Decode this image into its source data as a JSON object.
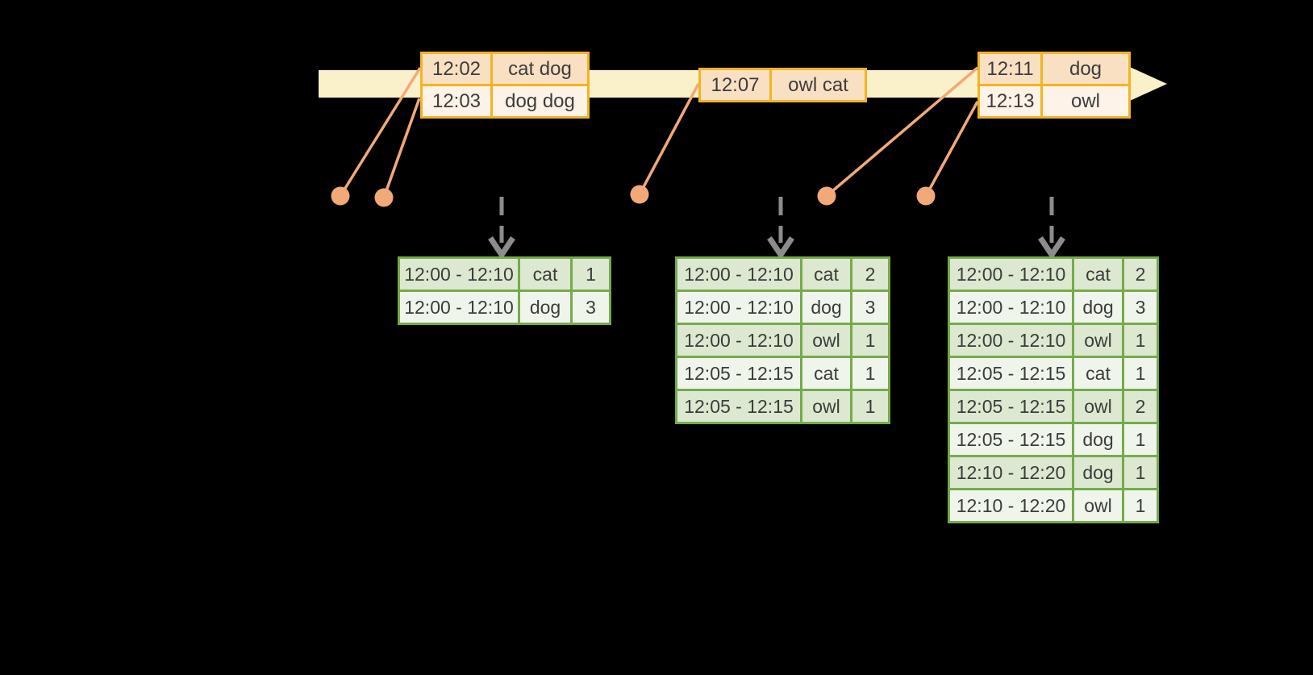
{
  "colors": {
    "bg": "#000000",
    "band": "#FAF0C9",
    "event-border": "#F1B51F",
    "event-row-dark": "#FAE0C3",
    "event-row-light": "#FDF3E8",
    "salmon": "#F2A978",
    "gray": "#8C8C8C",
    "green-border": "#74AB4C",
    "green-row-dark": "#DCE8D0",
    "green-row-light": "#F0F5EC",
    "text": "#3C3C3C"
  },
  "timeline": {
    "event_tables": [
      {
        "label": "events-at-12-02-and-12-03",
        "rows": [
          [
            "12:02",
            "cat dog"
          ],
          [
            "12:03",
            "dog dog"
          ]
        ]
      },
      {
        "label": "event-at-12-07",
        "rows": [
          [
            "12:07",
            "owl cat"
          ]
        ]
      },
      {
        "label": "events-at-12-11-and-12-13",
        "rows": [
          [
            "12:11",
            "dog"
          ],
          [
            "12:13",
            "owl"
          ]
        ]
      }
    ]
  },
  "result_tables": [
    {
      "label": "windowed-counts-after-first-trigger",
      "rows": [
        [
          "12:00 - 12:10",
          "cat",
          "1"
        ],
        [
          "12:00 - 12:10",
          "dog",
          "3"
        ]
      ]
    },
    {
      "label": "windowed-counts-after-second-trigger",
      "rows": [
        [
          "12:00 - 12:10",
          "cat",
          "2"
        ],
        [
          "12:00 - 12:10",
          "dog",
          "3"
        ],
        [
          "12:00 - 12:10",
          "owl",
          "1"
        ],
        [
          "12:05 - 12:15",
          "cat",
          "1"
        ],
        [
          "12:05 - 12:15",
          "owl",
          "1"
        ]
      ]
    },
    {
      "label": "windowed-counts-after-third-trigger",
      "rows": [
        [
          "12:00 - 12:10",
          "cat",
          "2"
        ],
        [
          "12:00 - 12:10",
          "dog",
          "3"
        ],
        [
          "12:00 - 12:10",
          "owl",
          "1"
        ],
        [
          "12:05 - 12:15",
          "cat",
          "1"
        ],
        [
          "12:05 - 12:15",
          "owl",
          "2"
        ],
        [
          "12:05 - 12:15",
          "dog",
          "1"
        ],
        [
          "12:10 - 12:20",
          "dog",
          "1"
        ],
        [
          "12:10 - 12:20",
          "owl",
          "1"
        ]
      ]
    }
  ]
}
